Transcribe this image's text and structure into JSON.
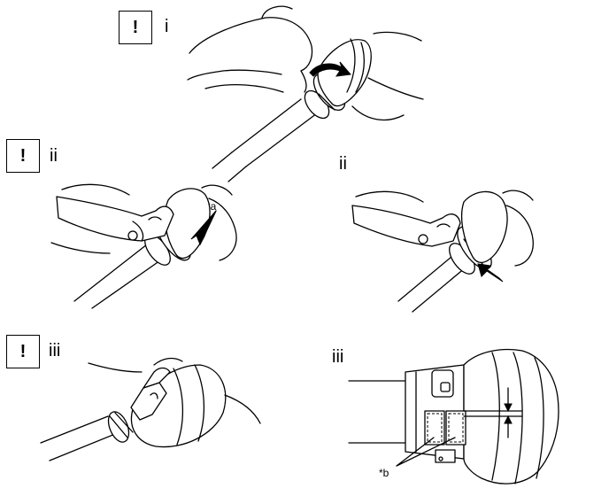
{
  "steps": [
    {
      "warning": "!",
      "label": "i"
    },
    {
      "warning": "!",
      "label": "ii"
    },
    {
      "label": "ii"
    },
    {
      "warning": "!",
      "label": "iii"
    },
    {
      "label": "iii"
    }
  ],
  "callouts": {
    "a": "*a",
    "b": "*b"
  }
}
